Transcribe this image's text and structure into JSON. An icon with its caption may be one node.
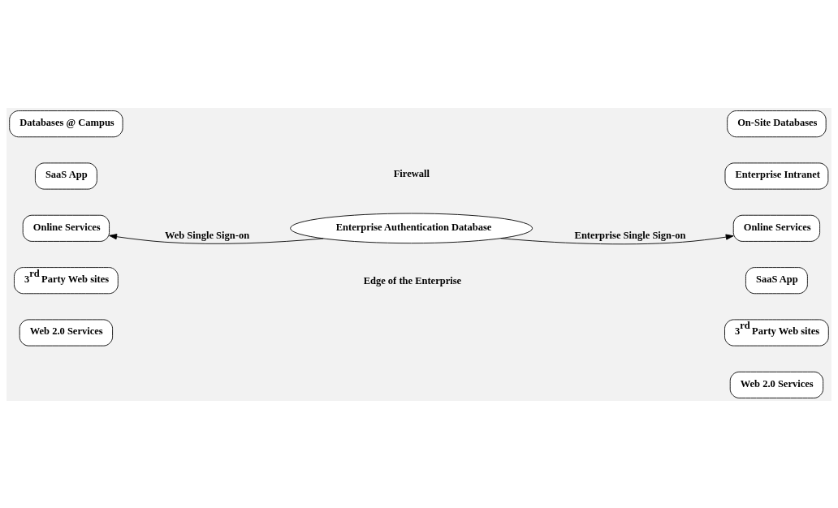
{
  "diagram": {
    "nodes": [
      {
        "text": [
          "Databases @ Campus"
        ]
      },
      {
        "text": [
          "SaaS App"
        ]
      },
      {
        "text": [
          "Online Services"
        ]
      },
      {
        "text": [
          "3$^{rd}$ Party Web sites"
        ]
      },
      {
        "text": [
          "Web 2.0 Services"
        ]
      },
      {
        "text": [
          "Enterprise Authentication Database"
        ]
      },
      {
        "text": [
          "On-Site Databases"
        ]
      },
      {
        "text": [
          "Enterprise Intranet"
        ]
      },
      {
        "text": [
          "Online Services"
        ]
      },
      {
        "text": [
          "SaaS App"
        ]
      },
      {
        "text": [
          "3$^{rd}$ Party Web sites"
        ]
      },
      {
        "text": [
          "Web 2.0 Services"
        ]
      }
    ],
    "edges": [
      {
        "from": 5,
        "to": 2,
        "arrow": "to",
        "label": "Web Single Sign-on"
      },
      {
        "from": 5,
        "to": 8,
        "arrow": "to",
        "label": "Enterprise Single Sign-on"
      }
    ],
    "labels": [
      "Firewall",
      "Edge of the Enterprise"
    ]
  }
}
